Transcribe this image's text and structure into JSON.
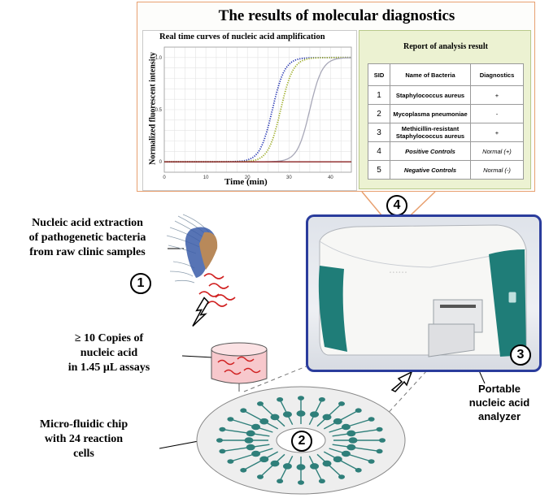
{
  "panel": {
    "title": "The results of molecular diagnostics",
    "step": "4"
  },
  "chart_data": {
    "type": "line",
    "title": "Real time curves of nucleic acid amplification",
    "xlabel": "Time  (min)",
    "ylabel": "Normalized fluorescent intensity",
    "xlim": [
      0,
      45
    ],
    "ylim": [
      -0.1,
      1.1
    ],
    "x_ticks": [
      "0",
      "10",
      "20",
      "30",
      "40"
    ],
    "y_ticks": [
      "0",
      "0.5",
      "1.0"
    ],
    "grid": true,
    "series": [
      {
        "color": "#2030b0",
        "style": "dotted",
        "midpoint": 26,
        "x": [
          0,
          10,
          20,
          22,
          24,
          26,
          28,
          30,
          32,
          35,
          40,
          45
        ],
        "values": [
          0,
          0,
          0.02,
          0.06,
          0.2,
          0.5,
          0.8,
          0.93,
          0.98,
          1.0,
          1.0,
          1.0
        ]
      },
      {
        "color": "#9aaa20",
        "style": "dotted",
        "midpoint": 28,
        "x": [
          0,
          10,
          20,
          24,
          26,
          28,
          30,
          32,
          34,
          37,
          40,
          45
        ],
        "values": [
          0,
          0,
          0.01,
          0.07,
          0.2,
          0.5,
          0.8,
          0.93,
          0.98,
          1.0,
          1.0,
          1.0
        ]
      },
      {
        "color": "#a8a8b8",
        "style": "solid",
        "midpoint": 35,
        "x": [
          0,
          10,
          20,
          28,
          31,
          33,
          35,
          37,
          39,
          42,
          45
        ],
        "values": [
          0,
          0,
          0,
          0.02,
          0.1,
          0.27,
          0.5,
          0.73,
          0.88,
          0.97,
          1.0
        ]
      },
      {
        "color": "#8a2020",
        "style": "solid",
        "midpoint": null,
        "x": [
          0,
          45
        ],
        "values": [
          0,
          0
        ]
      }
    ]
  },
  "report": {
    "title": "Report of analysis result",
    "headers": [
      "SID",
      "Name of Bacteria",
      "Diagnostics"
    ],
    "rows": [
      {
        "sid": "1",
        "name": "Staphylococcus aureus",
        "diag": "+"
      },
      {
        "sid": "2",
        "name": "Mycoplasma pneumoniae",
        "diag": "-"
      },
      {
        "sid": "3",
        "name": "Methicillin-resistant Staphylococcus aureus",
        "diag": "+"
      },
      {
        "sid": "4",
        "name": "Positive Controls",
        "diag": "Normal (+)"
      },
      {
        "sid": "5",
        "name": "Negative Controls",
        "diag": "Normal  (-)"
      }
    ]
  },
  "labels": {
    "extraction": [
      "Nucleic acid extraction",
      "of pathogenetic bacteria",
      "from raw clinic samples"
    ],
    "copies": [
      "≥ 10 Copies of",
      "nucleic acid",
      "in 1.45 μL assays"
    ],
    "chip": [
      "Micro-fluidic chip",
      "with 24 reaction",
      "cells"
    ],
    "analyzer": [
      "Portable",
      "nucleic acid",
      "analyzer"
    ]
  },
  "steps": {
    "one": "1",
    "two": "2",
    "three": "3"
  },
  "chip_cells": 24,
  "accent_color": "#2a3c9c"
}
